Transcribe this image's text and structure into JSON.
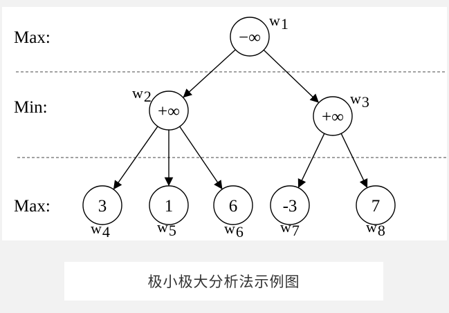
{
  "diagram": {
    "levels": [
      {
        "id": "level-1",
        "label": "Max:"
      },
      {
        "id": "level-2",
        "label": "Min:"
      },
      {
        "id": "level-3",
        "label": "Max:"
      }
    ],
    "nodes": [
      {
        "id": "w1",
        "value": "−∞",
        "weight": "w",
        "sub": "1"
      },
      {
        "id": "w2",
        "value": "+∞",
        "weight": "w",
        "sub": "2"
      },
      {
        "id": "w3",
        "value": "+∞",
        "weight": "w",
        "sub": "3"
      },
      {
        "id": "w4",
        "value": "3",
        "weight": "w",
        "sub": "4"
      },
      {
        "id": "w5",
        "value": "1",
        "weight": "w",
        "sub": "5"
      },
      {
        "id": "w6",
        "value": "6",
        "weight": "w",
        "sub": "6"
      },
      {
        "id": "w7",
        "value": "-3",
        "weight": "w",
        "sub": "7"
      },
      {
        "id": "w8",
        "value": "7",
        "weight": "w",
        "sub": "8"
      }
    ],
    "edges": [
      [
        "w1",
        "w2"
      ],
      [
        "w1",
        "w3"
      ],
      [
        "w2",
        "w4"
      ],
      [
        "w2",
        "w5"
      ],
      [
        "w2",
        "w6"
      ],
      [
        "w3",
        "w7"
      ],
      [
        "w3",
        "w8"
      ]
    ]
  },
  "caption": "极小极大分析法示例图"
}
